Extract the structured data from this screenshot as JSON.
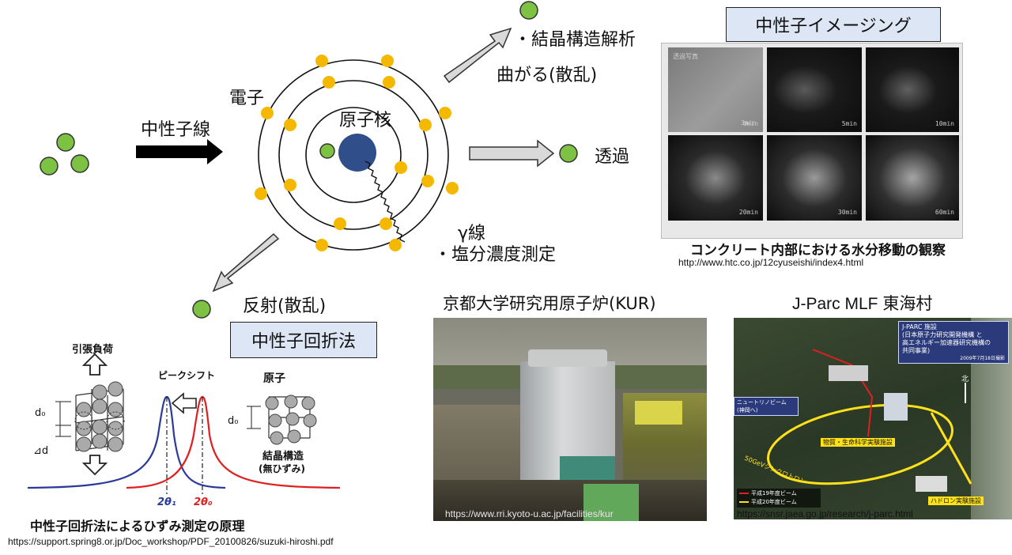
{
  "colors": {
    "neutron": "#7dc242",
    "electron": "#f5b800",
    "nucleus": "#2f4e8a",
    "label_box": "#dde6f4",
    "arrow_gray": "#d9d9d9"
  },
  "diagram": {
    "beam_label": "中性子線",
    "electron_label": "電子",
    "nucleus_label": "原子核",
    "scatter_label": "曲がる(散乱)",
    "crystal_analysis": "・結晶構造解析",
    "transmission_label": "透過",
    "gamma_label": "γ線",
    "salt_label": "・塩分濃度測定",
    "reflection_label": "反射(散乱)"
  },
  "imaging": {
    "title": "中性子イメージング",
    "caption": "コンクリート内部における水分移動の観察",
    "url": "http://www.htc.co.jp/12cyuseishi/index4.html",
    "frame_labels": [
      "透過写真",
      "3min",
      "5min",
      "10min",
      "20min",
      "30min",
      "60min"
    ]
  },
  "diffraction": {
    "title": "中性子回折法",
    "tensile_load": "引張負荷",
    "peak_shift": "ピークシフト",
    "atom_label": "原子",
    "d0_left": "d₀",
    "delta_d": "⊿d",
    "d0_right": "d₀",
    "crystal_line1": "結晶構造",
    "crystal_line2": "(無ひずみ)",
    "theta1": "2θ₁",
    "theta0": "2θ₀",
    "caption": "中性子回折法によるひずみ測定の原理",
    "url": "https://support.spring8.or.jp/Doc_workshop/PDF_20100826/suzuki-hiroshi.pdf"
  },
  "kur": {
    "title": "京都大学研究用原子炉(KUR)",
    "url": "https://www.rri.kyoto-u.ac.jp/facilities/kur"
  },
  "jparc": {
    "title": "J-Parc MLF 東海村",
    "url": "https://snsr.jaea.go.jp/research/j-parc.html",
    "info_line1": "J-PARC 施設",
    "info_line2": "(日本原子力研究開発機構 と",
    "info_line3": "高エネルギー加速器研究機構の",
    "info_line4": "共同事業)",
    "info_date": "2009年7月18日撮影",
    "neutrino_label": "ニュートリノビーム",
    "neutrino_sub": "(神岡へ)",
    "mlf_label": "物質・生命科学実験施設",
    "synchrotron_label": "50GeVシンクロトロン",
    "hadron_label": "ハドロン実験施設",
    "legend1": "平成19年度ビーム",
    "legend2": "平成20年度ビーム",
    "north": "北"
  }
}
